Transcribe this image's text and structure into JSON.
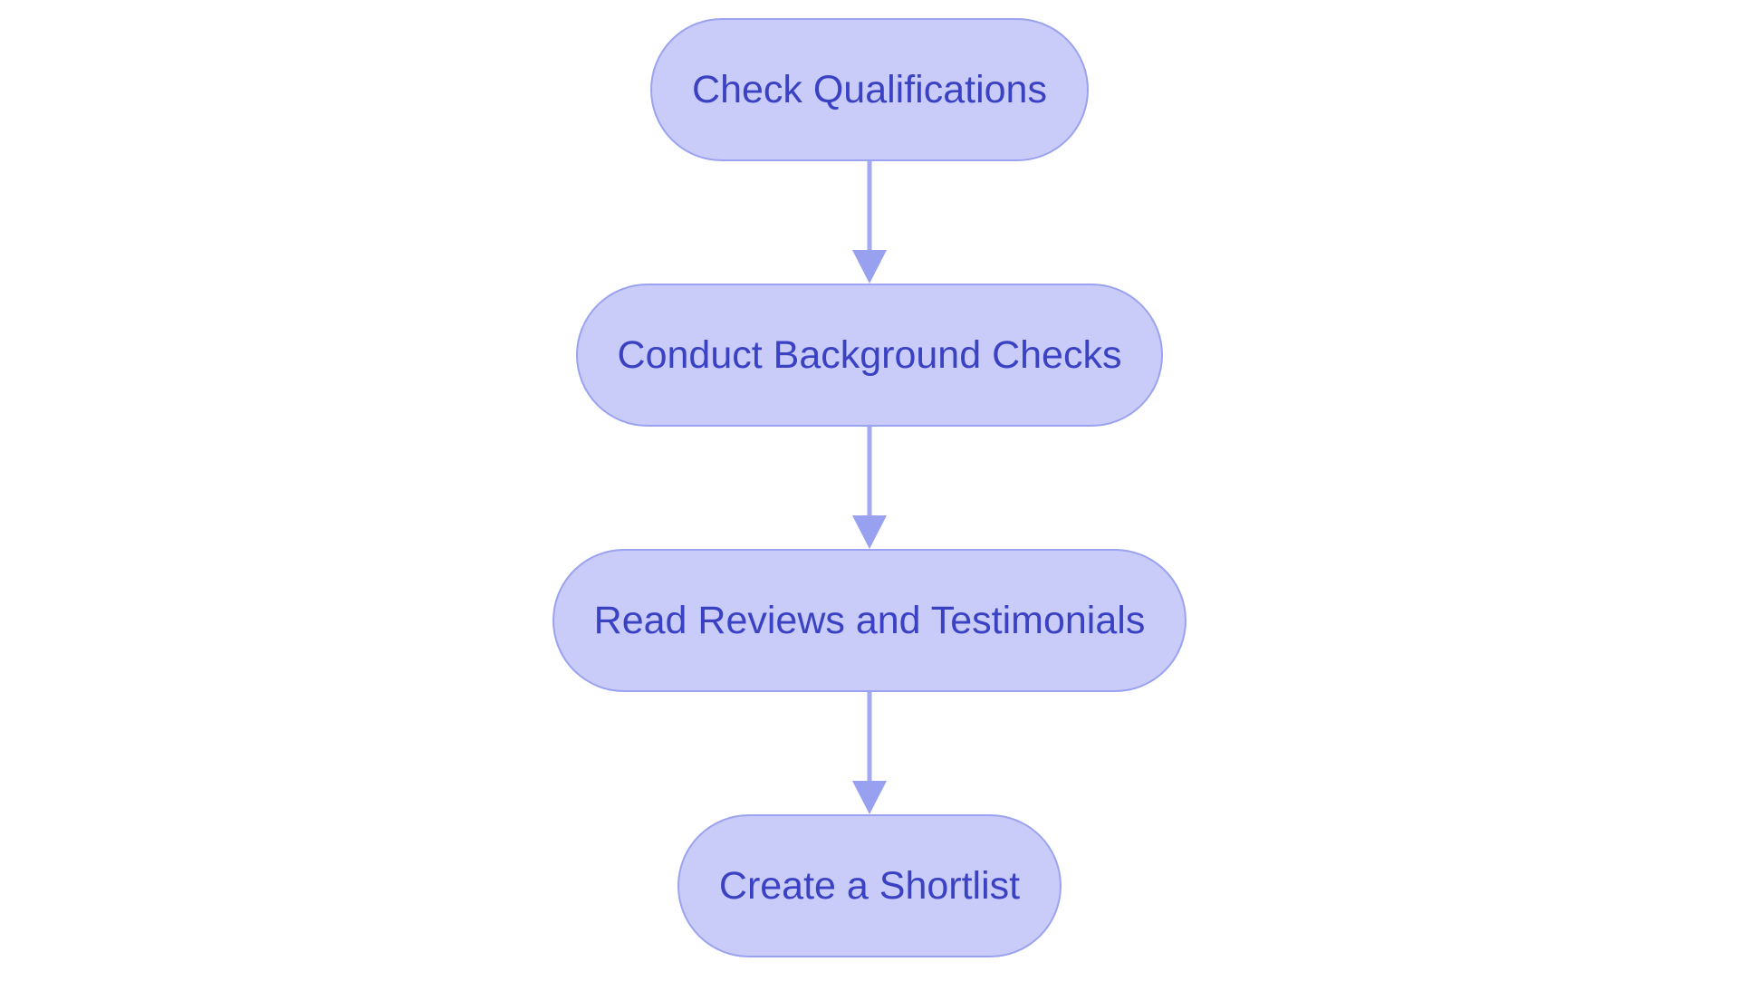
{
  "flowchart": {
    "type": "flowchart",
    "direction": "top-down",
    "nodes": [
      {
        "id": "check-qualifications",
        "label": "Check Qualifications"
      },
      {
        "id": "conduct-background-checks",
        "label": "Conduct Background Checks"
      },
      {
        "id": "read-reviews-and-testimonials",
        "label": "Read Reviews and Testimonials"
      },
      {
        "id": "create-a-shortlist",
        "label": "Create a Shortlist"
      }
    ],
    "edges": [
      {
        "from": "check-qualifications",
        "to": "conduct-background-checks"
      },
      {
        "from": "conduct-background-checks",
        "to": "read-reviews-and-testimonials"
      },
      {
        "from": "read-reviews-and-testimonials",
        "to": "create-a-shortlist"
      }
    ],
    "colors": {
      "node_fill": "#C9CCF8",
      "node_border": "#9BA2EF",
      "node_text": "#3A42C3",
      "arrow_line": "#A3AAF3",
      "arrow_head": "#98A1F0",
      "background": "#FFFFFF"
    }
  }
}
